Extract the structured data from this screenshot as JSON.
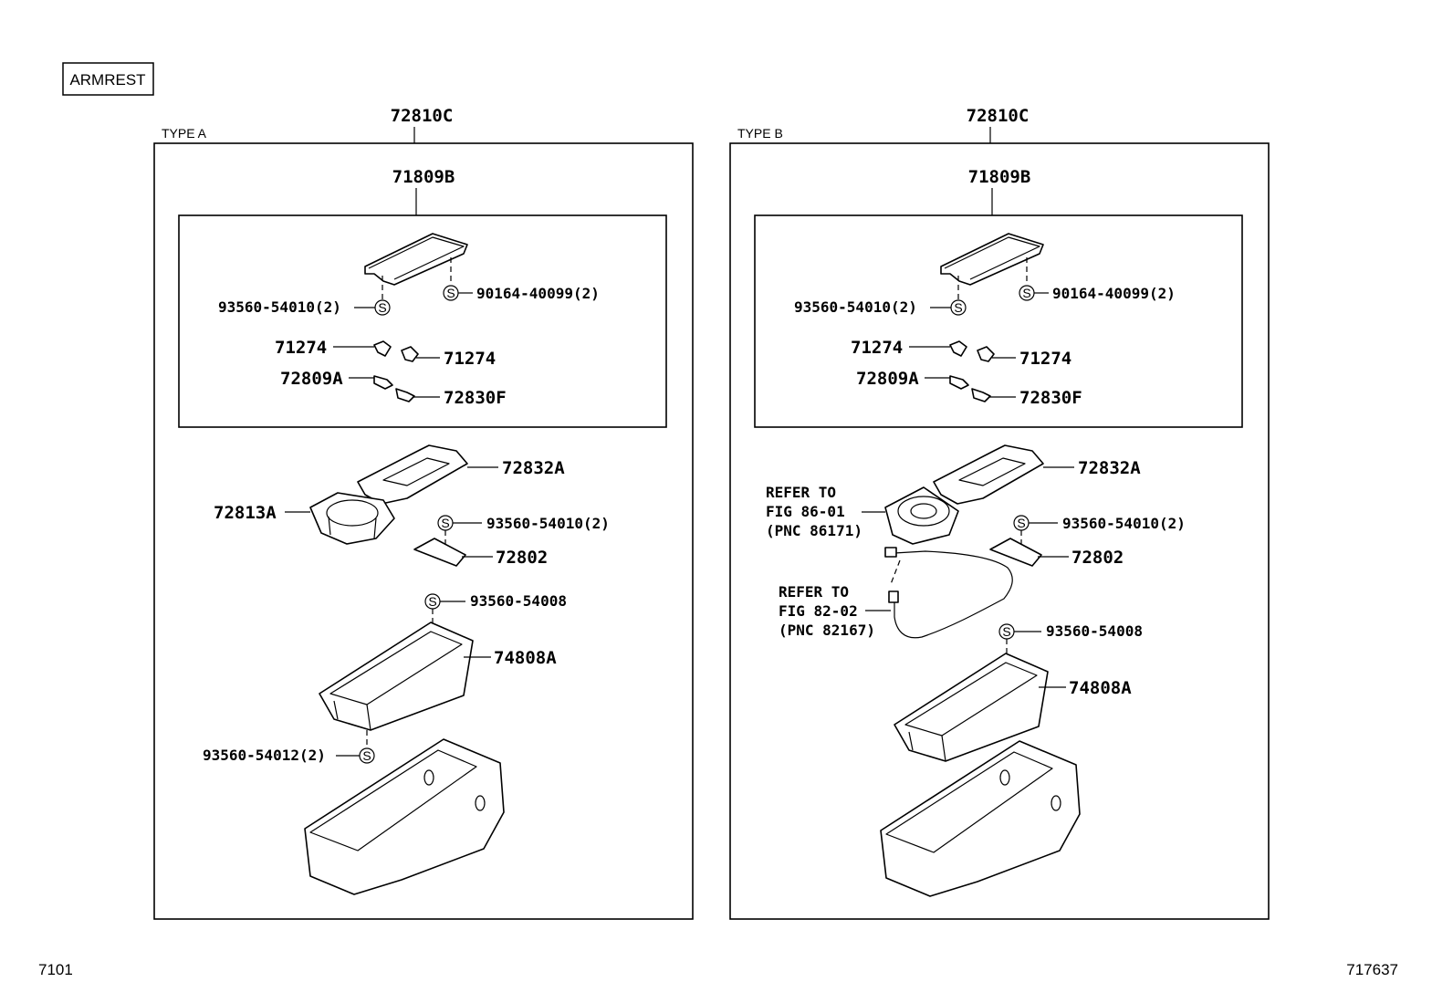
{
  "page_label": "ARMREST",
  "footer_left": "7101",
  "footer_right": "717637",
  "standard_part_symbol": "S",
  "panels": [
    {
      "type_label": "TYPE A",
      "assembly": "72810C",
      "subassembly": "71809B",
      "parts": {
        "lid_screw": "90164-40099(2)",
        "lid_clip": "93560-54010(2)",
        "hinge_l": "71274",
        "hinge_r": "71274",
        "latch": "72809A",
        "latch_spring": "72830F",
        "inner_plate": "72832A",
        "cup_holder": "72813A",
        "plate_clip": "93560-54010(2)",
        "bracket": "72802",
        "tray_clip": "93560-54008",
        "tray": "74808A",
        "bottom_clip": "93560-54012(2)"
      }
    },
    {
      "type_label": "TYPE B",
      "assembly": "72810C",
      "subassembly": "71809B",
      "parts": {
        "lid_screw": "90164-40099(2)",
        "lid_clip": "93560-54010(2)",
        "hinge_l": "71274",
        "hinge_r": "71274",
        "latch": "72809A",
        "latch_spring": "72830F",
        "inner_plate": "72832A",
        "plate_clip": "93560-54010(2)",
        "bracket": "72802",
        "tray_clip": "93560-54008",
        "tray": "74808A"
      },
      "references": [
        {
          "line1": "REFER TO",
          "line2": "FIG 86-01",
          "line3": "(PNC 86171)"
        },
        {
          "line1": "REFER TO",
          "line2": "FIG 82-02",
          "line3": "(PNC 82167)"
        }
      ]
    }
  ]
}
